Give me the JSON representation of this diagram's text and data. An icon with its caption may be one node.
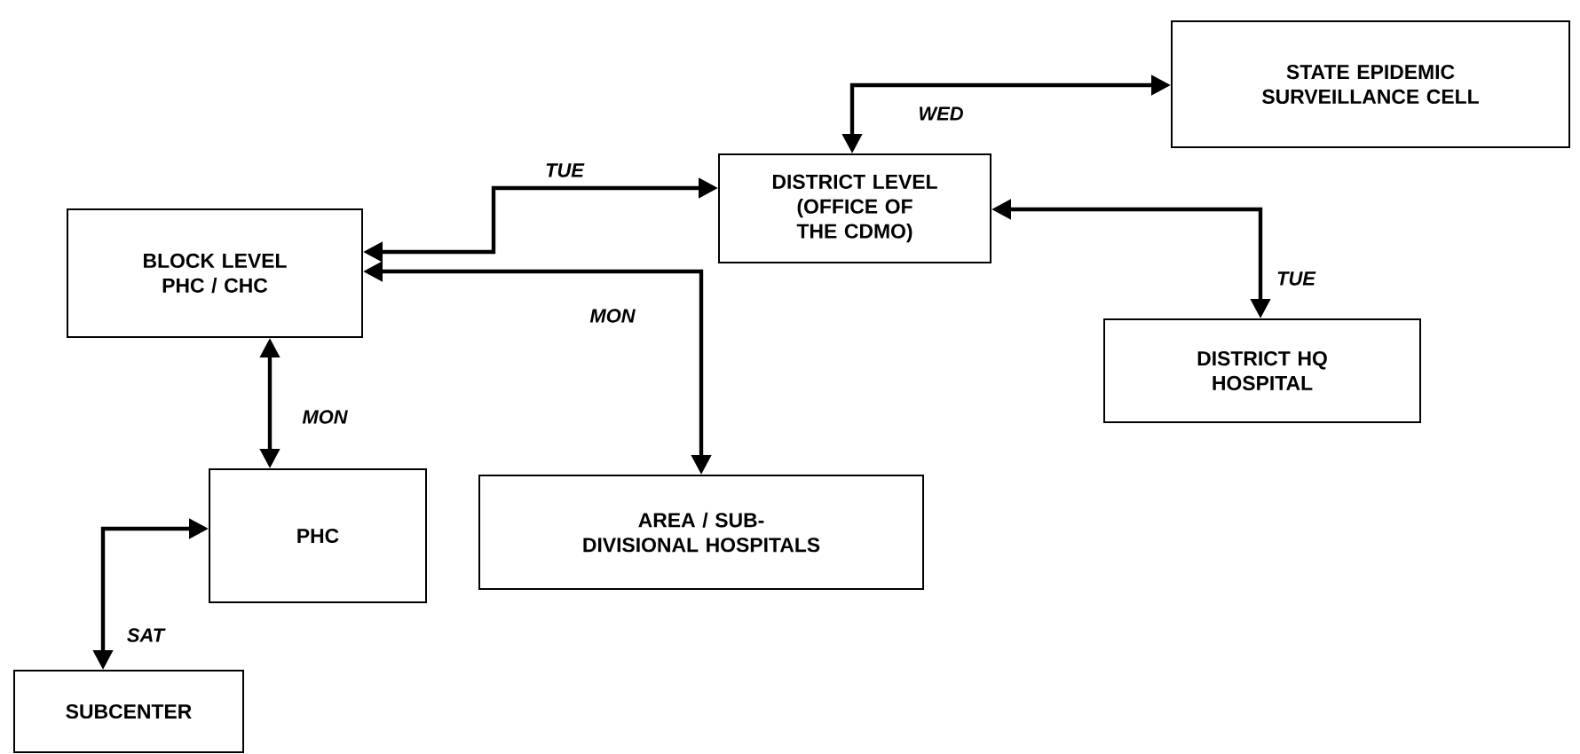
{
  "diagram": {
    "nodes": [
      {
        "text": [
          "BLOCK LEVEL PHC / CHC"
        ]
      },
      {
        "text": [
          "DISTRICT LEVEL (OFFICE OF THE CDMO)"
        ]
      },
      {
        "text": [
          "STATE EPIDEMIC SURVEILLANCE CELL"
        ]
      },
      {
        "text": [
          "AREA / SUB-DIVISIONAL HOSPITALS"
        ]
      },
      {
        "text": [
          "DISTRICT HQ HOSPITAL"
        ]
      },
      {
        "text": [
          "PHC"
        ]
      },
      {
        "text": [
          "SUBCENTER"
        ]
      }
    ],
    "edges": [
      {
        "from": 0,
        "to": 1,
        "arrow": "both",
        "label": "TUE"
      },
      {
        "from": 0,
        "to": 3,
        "arrow": "both",
        "label": "MON"
      },
      {
        "from": 1,
        "to": 2,
        "arrow": "both",
        "label": "WED"
      },
      {
        "from": 1,
        "to": 4,
        "arrow": "both",
        "label": "TUE"
      },
      {
        "from": 0,
        "to": 5,
        "arrow": "both",
        "label": "MON"
      },
      {
        "from": 5,
        "to": 6,
        "arrow": "both",
        "label": "SAT"
      }
    ]
  }
}
